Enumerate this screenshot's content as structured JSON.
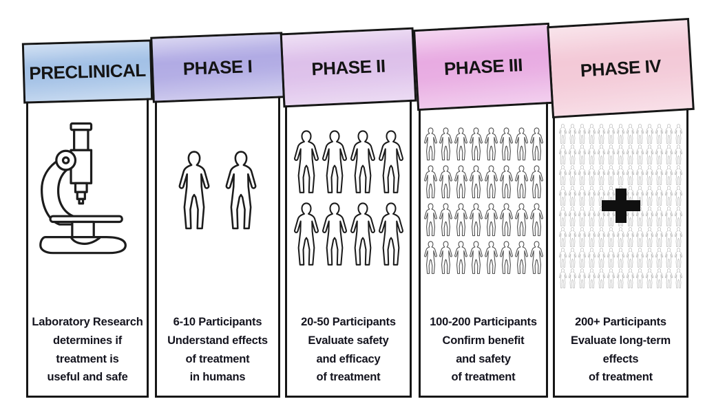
{
  "columns": [
    {
      "id": "preclinical",
      "title": "PRECLINICAL",
      "caption_lines": [
        "Laboratory Research",
        "determines if",
        "treatment is",
        "useful and safe"
      ],
      "icon": {
        "type": "microscope",
        "name": "microscope-icon"
      },
      "colors": {
        "header": "#a3c1e6",
        "caption": "#a7c5e8"
      }
    },
    {
      "id": "phase-1",
      "title": "PHASE I",
      "caption_lines": [
        "6-10 Participants",
        "Understand effects",
        "of treatment",
        "in humans"
      ],
      "icon": {
        "type": "people",
        "name": "participants-icons",
        "rows": 1,
        "cols": 2,
        "outline_color": "#1c1c1c"
      },
      "colors": {
        "header": "#b1abe4",
        "caption": "#b1ace3"
      }
    },
    {
      "id": "phase-2",
      "title": "PHASE II",
      "caption_lines": [
        "20-50 Participants",
        "Evaluate safety",
        "and efficacy",
        "of treatment"
      ],
      "icon": {
        "type": "people",
        "name": "participants-icons",
        "rows": 2,
        "cols": 4,
        "outline_color": "#1c1c1c"
      },
      "colors": {
        "header": "#ddc0ea",
        "caption": "#dfc6ec"
      }
    },
    {
      "id": "phase-3",
      "title": "PHASE III",
      "caption_lines": [
        "100-200 Participants",
        "Confirm benefit",
        "and safety",
        "of treatment"
      ],
      "icon": {
        "type": "people",
        "name": "participants-icons",
        "rows": 4,
        "cols": 8,
        "outline_color": "#4a4a4a"
      },
      "colors": {
        "header": "#e8abe2",
        "caption": "#ebb6e4"
      }
    },
    {
      "id": "phase-4",
      "title": "PHASE IV",
      "caption_lines": [
        "200+ Participants",
        "Evaluate long-term",
        "effects",
        "of treatment"
      ],
      "icon": {
        "type": "people",
        "name": "participants-icons",
        "rows": 8,
        "cols": 13,
        "outline_color": "#b2b2b2",
        "plus": true
      },
      "colors": {
        "header": "#f3c9d7",
        "caption": "#f5cfda"
      }
    }
  ]
}
